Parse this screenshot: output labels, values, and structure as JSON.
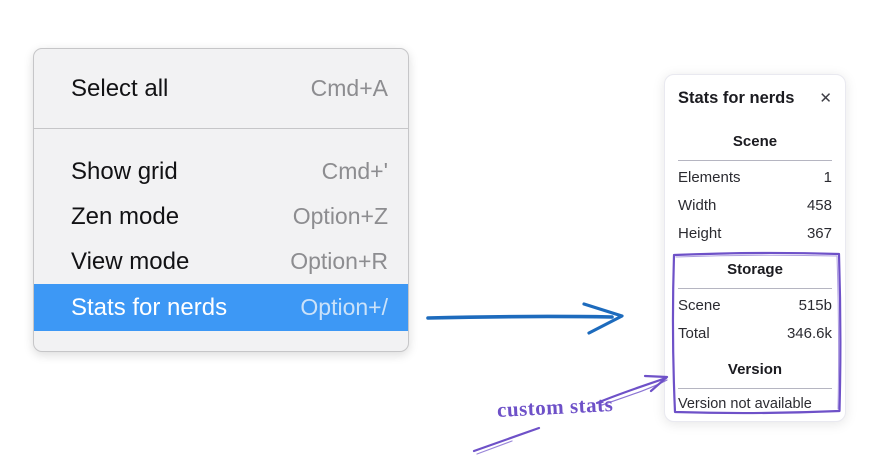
{
  "menu": {
    "items": [
      {
        "label": "Select all",
        "shortcut": "Cmd+A"
      },
      {
        "label": "Show grid",
        "shortcut": "Cmd+'"
      },
      {
        "label": "Zen mode",
        "shortcut": "Option+Z"
      },
      {
        "label": "View mode",
        "shortcut": "Option+R"
      },
      {
        "label": "Stats for nerds",
        "shortcut": "Option+/"
      }
    ],
    "selected_item": "Stats for nerds",
    "selection_color": "#3d98f5"
  },
  "stats_panel": {
    "title": "Stats for nerds",
    "close_icon": "✕",
    "sections": {
      "scene": {
        "heading": "Scene",
        "rows": [
          {
            "label": "Elements",
            "value": "1"
          },
          {
            "label": "Width",
            "value": "458"
          },
          {
            "label": "Height",
            "value": "367"
          }
        ]
      },
      "storage": {
        "heading": "Storage",
        "rows": [
          {
            "label": "Scene",
            "value": "515b"
          },
          {
            "label": "Total",
            "value": "346.6k"
          }
        ]
      },
      "version": {
        "heading": "Version",
        "note": "Version not available"
      }
    }
  },
  "annotations": {
    "custom_stats_label": "custom stats",
    "purple_color": "#6e51c8",
    "blue_arrow_color": "#1d6bbd"
  }
}
